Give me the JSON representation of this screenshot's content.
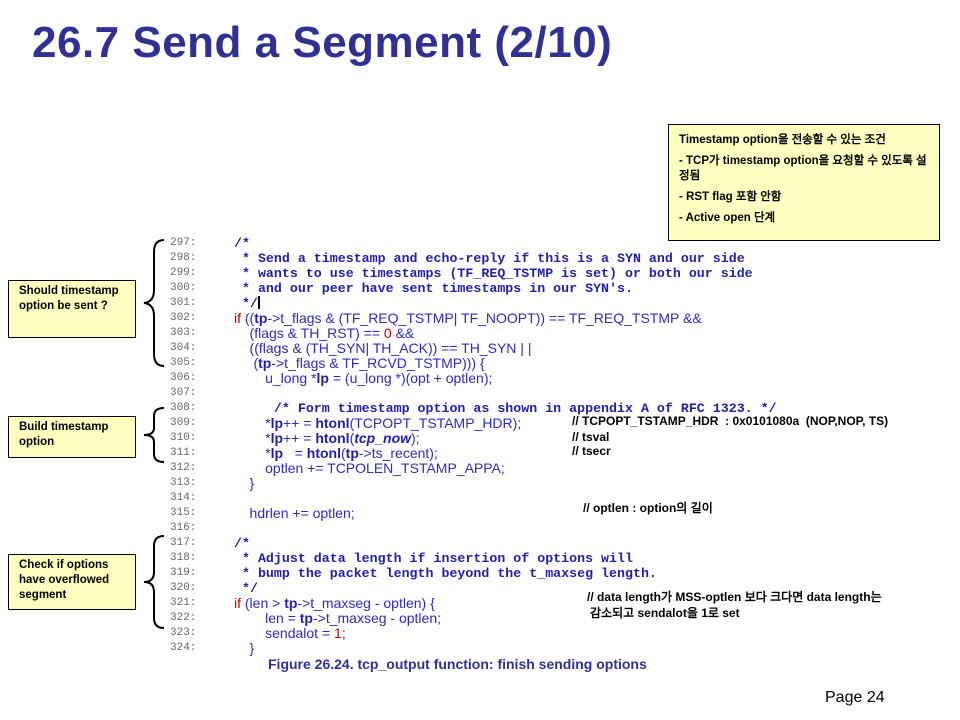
{
  "title": "26.7 Send a Segment (2/10)",
  "note_top_right": {
    "heading": "Timestamp option을 전송할 수 있는 조건",
    "items": [
      "- TCP가 timestamp option을 요청할 수 있도록 설정됨",
      "- RST flag 포함 안함",
      "- Active open 단계"
    ]
  },
  "notes_left": [
    "Should timestamp option be sent ?",
    "Build timestamp option",
    "Check if options have overflowed segment"
  ],
  "line_numbers": [
    "297:",
    "298:",
    "299:",
    "300:",
    "301:",
    "302:",
    "303:",
    "304:",
    "305:",
    "306:",
    "307:",
    "308:",
    "309:",
    "310:",
    "311:",
    "312:",
    "313:",
    "314:",
    "315:",
    "316:",
    "317:",
    "318:",
    "319:",
    "320:",
    "321:",
    "322:",
    "323:",
    "324:"
  ],
  "code": {
    "c297": "/*",
    "c298": " * Send a timestamp and echo-reply if this is a SYN and our side",
    "c299": " * wants to use timestamps (TF_REQ_TSTMP is set) or both our side",
    "c300": " * and our peer have sent timestamps in our SYN's.",
    "c301": " */",
    "l302": {
      "a": "if",
      "b": " ((",
      "c": "tp",
      "d": "->t_flags & (TF_REQ_TSTMP| TF_NOOPT)) == TF_REQ_TSTMP &&"
    },
    "l303": {
      "a": "    (flags & TH_RST) == ",
      "b": "0",
      "c": " &&"
    },
    "l304": {
      "a": "    ((flags & (TH_SYN| TH_ACK)) == TH_SYN | |"
    },
    "l305": {
      "a": "     (",
      "b": "tp",
      "c": "->t_flags & TF_RCVD_TSTMP))) {"
    },
    "l306": {
      "a": "        u_long *",
      "b": "lp",
      "c": " = (u_long *)(opt + optlen);"
    },
    "c308": "     /* Form timestamp option as shown in appendix A of RFC 1323. */",
    "l309": {
      "a": "        *",
      "b": "lp",
      "c": "++ = ",
      "d": "htonl",
      "e": "(TCPOPT_TSTAMP_HDR);"
    },
    "l310": {
      "a": "        *",
      "b": "lp",
      "c": "++ = ",
      "d": "htonl",
      "e": "(",
      "f": "tcp_now",
      "g": ");"
    },
    "l311": {
      "a": "        *",
      "b": "lp",
      "c": "   = ",
      "d": "htonl",
      "e": "(",
      "f": "tp",
      "g": "->ts_recent);"
    },
    "l312": {
      "a": "        optlen += TCPOLEN_TSTAMP_APPA;"
    },
    "l313": {
      "a": "    }"
    },
    "l315": {
      "a": "    hdrlen += optlen;"
    },
    "c317": "/*",
    "c318": " * Adjust data length if insertion of options will",
    "c319": " * bump the packet length beyond the t_maxseg length.",
    "c320": " */",
    "l321": {
      "a": "if",
      "b": " (len > ",
      "c": "tp",
      "d": "->t_maxseg - optlen) {"
    },
    "l322": {
      "a": "        len = ",
      "b": "tp",
      "c": "->t_maxseg - optlen;"
    },
    "l323": {
      "a": "        sendalot = ",
      "b": "1",
      "c": ";"
    },
    "l324": {
      "a": "    }"
    }
  },
  "annotations": {
    "a309": "// TCPOPT_TSTAMP_HDR  : 0x0101080a  (NOP,NOP, TS)",
    "a310": "// tsval",
    "a311": "// tsecr",
    "a315": "// optlen : option의 길이",
    "a321": "// data length가 MSS-optlen 보다 크다면 data length는",
    "a322": "감소되고 sendalot을 1로 set"
  },
  "caption": "Figure 26.24. tcp_output function: finish sending options",
  "page_label": "Page 24",
  "colors": {
    "title": "#2e3192",
    "code": "#2c2cb8",
    "keyword": "#c00000",
    "note_bg": "#ffffc0"
  }
}
